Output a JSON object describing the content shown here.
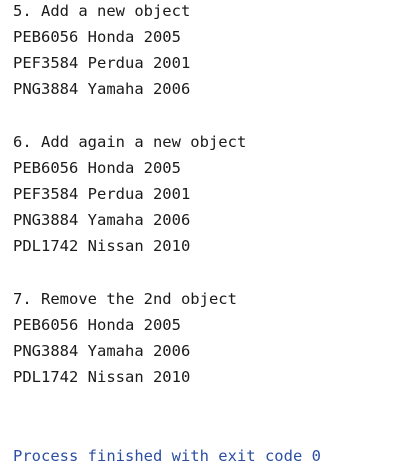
{
  "console": {
    "sections": [
      {
        "heading": "5. Add a new object",
        "rows": [
          "PEB6056 Honda 2005",
          "PEF3584 Perdua 2001",
          "PNG3884 Yamaha 2006"
        ]
      },
      {
        "heading": "6. Add again a new object",
        "rows": [
          "PEB6056 Honda 2005",
          "PEF3584 Perdua 2001",
          "PNG3884 Yamaha 2006",
          "PDL1742 Nissan 2010"
        ]
      },
      {
        "heading": "7. Remove the 2nd object",
        "rows": [
          "PEB6056 Honda 2005",
          "PNG3884 Yamaha 2006",
          "PDL1742 Nissan 2010"
        ]
      }
    ],
    "exit_message": "Process finished with exit code 0",
    "exit_color": "#2b4fa3",
    "text_color": "#1a1a1a"
  }
}
